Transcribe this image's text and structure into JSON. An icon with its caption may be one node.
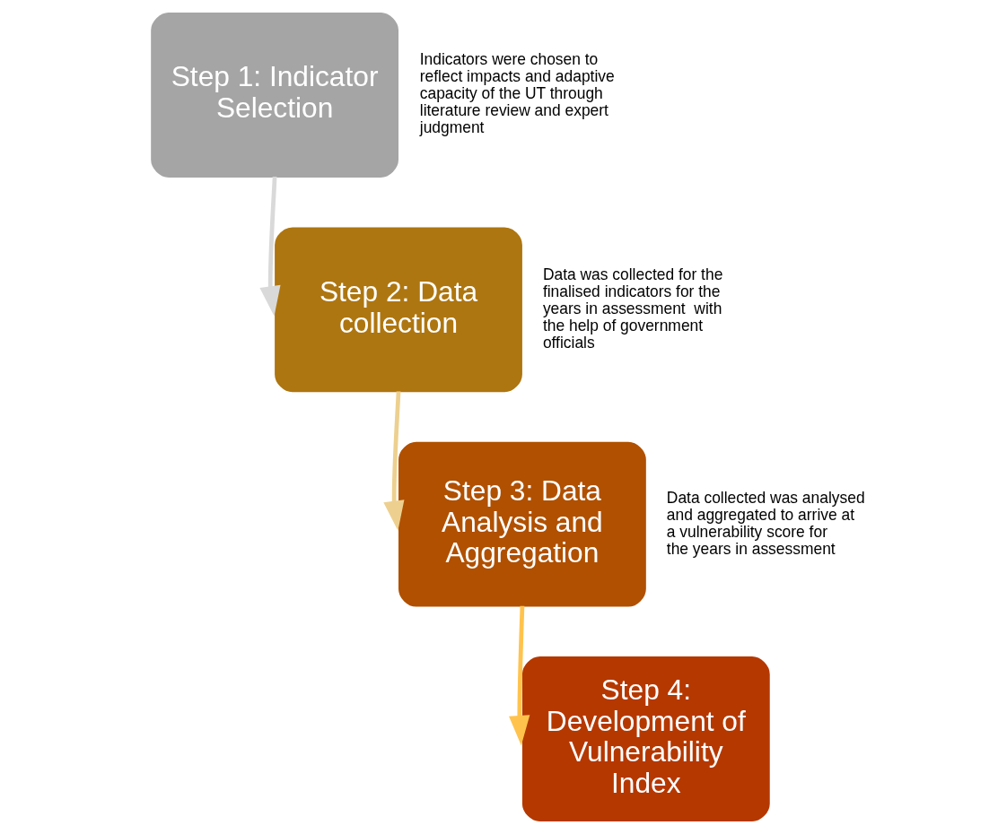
{
  "diagram": {
    "nodes": [
      {
        "text": [
          "Step 1: Indicator Selection"
        ],
        "beside": [
          "Indicators were chosen to reflect impacts and adaptive capacity of the UT through literature review and expert judgment"
        ]
      },
      {
        "text": [
          "Step 2: Data collection"
        ],
        "beside": [
          "Data was collected for the finalised indicators for the years in assessment  with the help of government officials"
        ]
      },
      {
        "text": [
          "Step 3: Data Analysis and Aggregation"
        ],
        "beside": [
          "Data collected was analysed and aggregated to arrive at a vulnerability score for the years in assessment"
        ]
      },
      {
        "text": [
          "Step 4: Development of Vulnerability Index"
        ]
      }
    ],
    "edges": [
      {
        "from": 0,
        "to": 1,
        "arrow": "to",
        "color": "#d9d9d9"
      },
      {
        "from": 1,
        "to": 2,
        "arrow": "to",
        "color": "#edd08f"
      },
      {
        "from": 2,
        "to": 3,
        "arrow": "to",
        "color": "#ffc34d"
      }
    ]
  }
}
